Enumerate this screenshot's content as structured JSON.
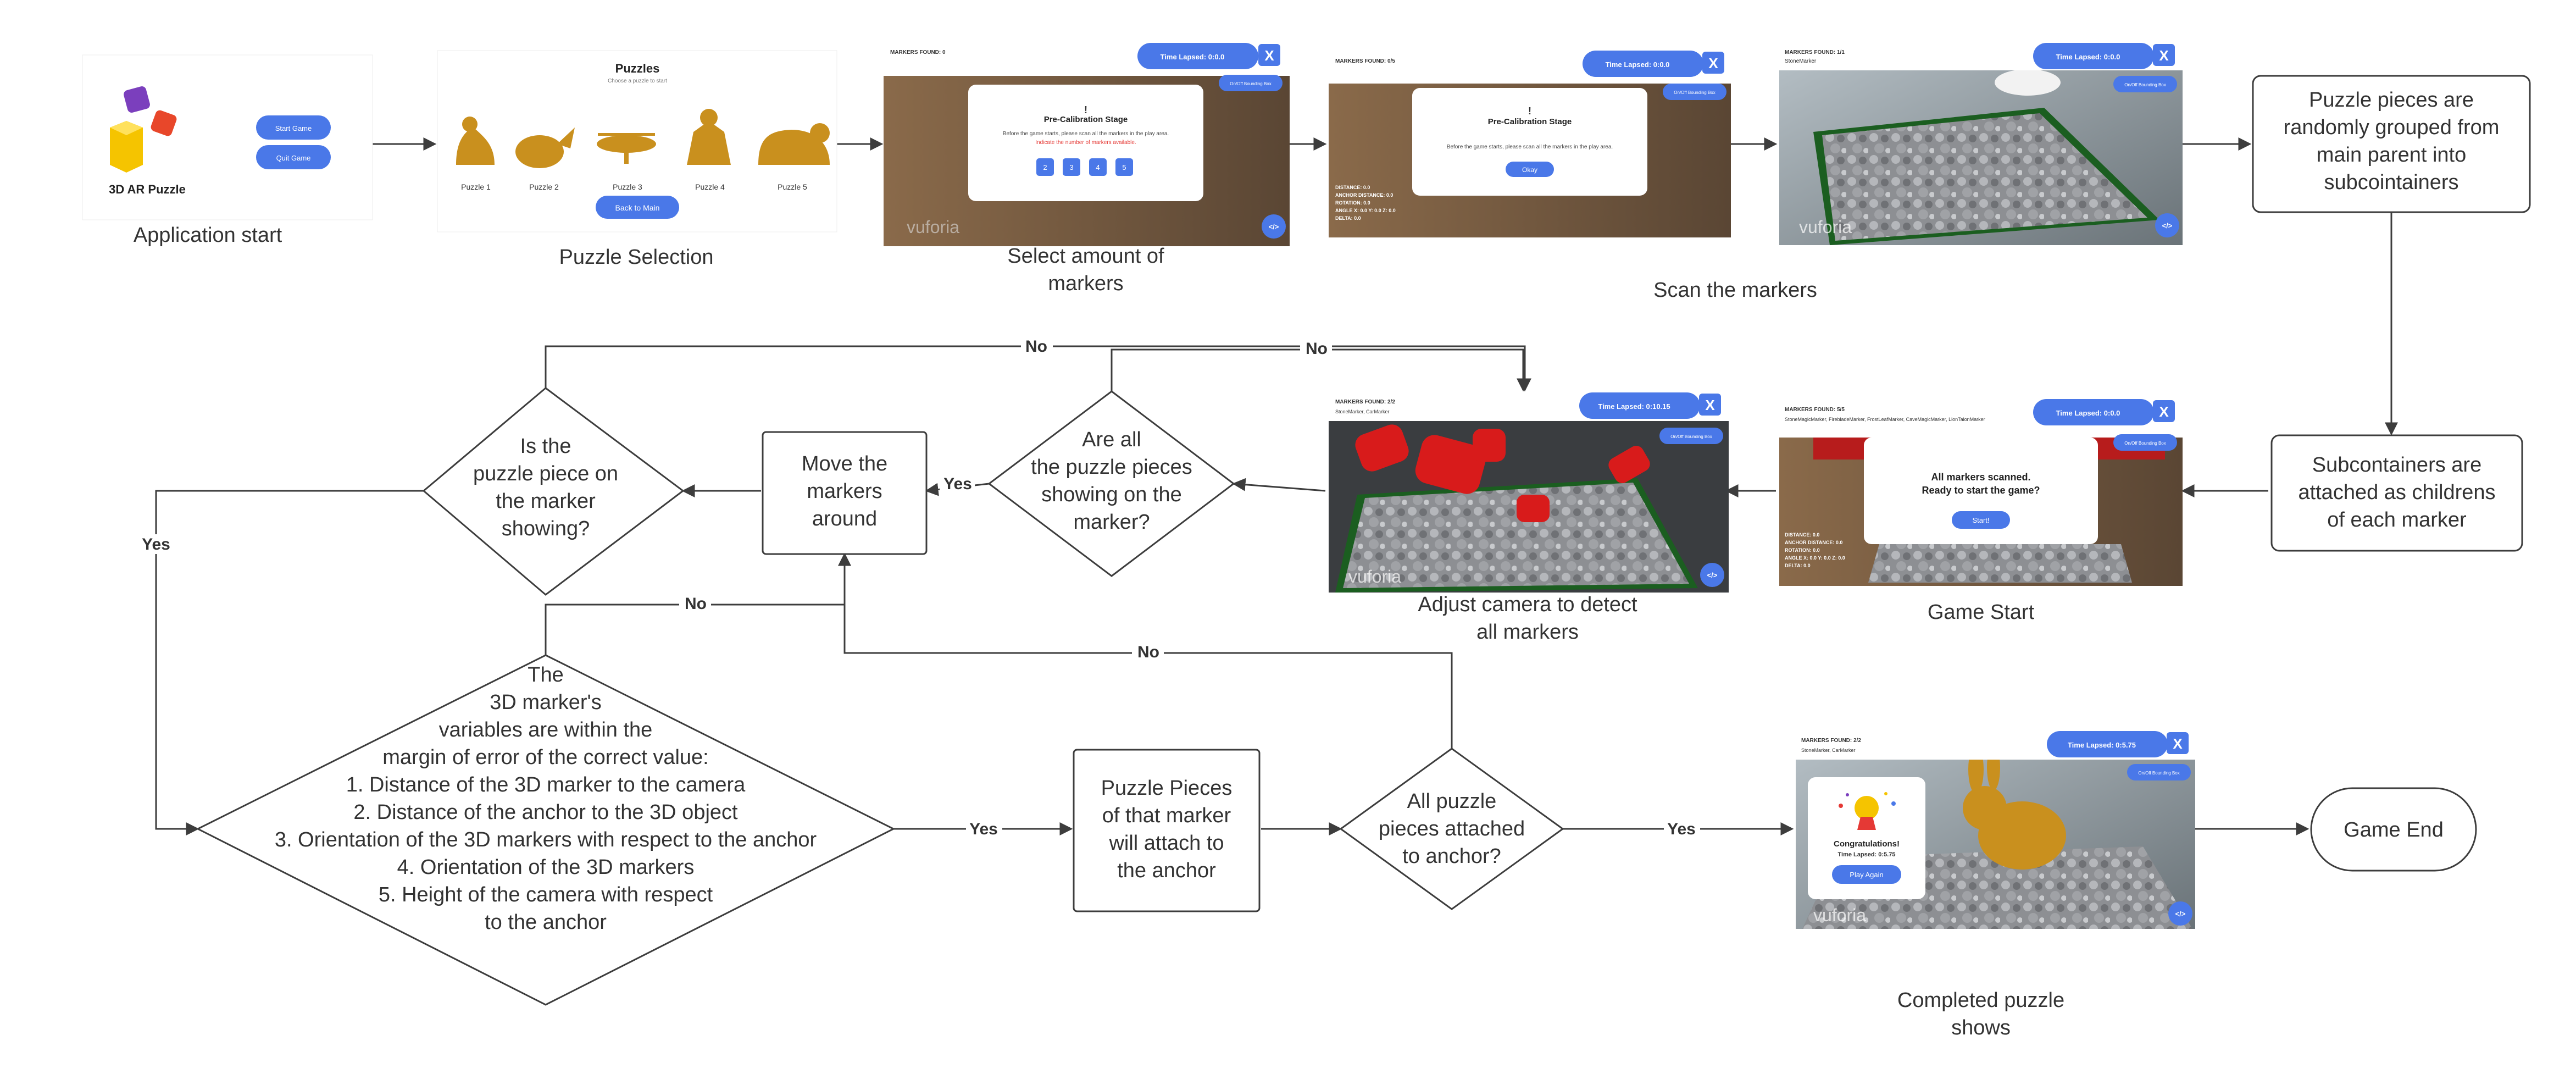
{
  "app_start": {
    "logo_text": "3D AR Puzzle",
    "buttons": [
      "Start Game",
      "Quit Game"
    ],
    "caption": "Application start"
  },
  "puzzle_selection": {
    "title": "Puzzles",
    "subtitle": "Choose a puzzle to start",
    "items": [
      "Puzzle 1",
      "Puzzle 2",
      "Puzzle 3",
      "Puzzle 4",
      "Puzzle 5"
    ],
    "back_button": "Back to Main",
    "caption": "Puzzle Selection"
  },
  "select_markers": {
    "markers_found": "MARKERS FOUND: 0",
    "time": "Time Lapsed: 0:0.0",
    "close": "X",
    "toggle": "On/Off Bounding Box",
    "exclaim": "!",
    "dialog_title": "Pre-Calibration Stage",
    "dialog_text": "Before the game starts, please scan all the markers in the play area.",
    "dialog_red": "Indicate the number of markers available.",
    "options": [
      "2",
      "3",
      "4",
      "5"
    ],
    "brand": "vuforia",
    "code": "</>",
    "caption_lines": [
      "Select amount of",
      "markers"
    ]
  },
  "scan_dialog": {
    "markers_found": "MARKERS FOUND: 0/5",
    "time": "Time Lapsed: 0:0.0",
    "close": "X",
    "toggle": "On/Off Bounding Box",
    "exclaim": "!",
    "dialog_title": "Pre-Calibration Stage",
    "dialog_text": "Before the game starts, please scan all the markers in the play area.",
    "ok_button": "Okay",
    "stats": [
      "DISTANCE: 0.0",
      "ANCHOR DISTANCE: 0.0",
      "ROTATION: 0.0",
      "ANGLE X: 0.0 Y: 0.0 Z: 0.0",
      "DELTA: 0.0"
    ]
  },
  "scan_view": {
    "markers_found": "MARKERS FOUND: 1/1",
    "marker_name": "StoneMarker",
    "time": "Time Lapsed: 0:0.0",
    "close": "X",
    "toggle": "On/Off Bounding Box",
    "brand": "vuforia",
    "code": "</>",
    "caption": "Scan the markers"
  },
  "group_box": {
    "lines": [
      "Puzzle pieces are",
      "randomly grouped from",
      "main parent into",
      "subcointainers"
    ]
  },
  "attach_box": {
    "lines": [
      "Subcontainers are",
      "attached as childrens",
      "of each marker"
    ]
  },
  "game_start": {
    "markers_found": "MARKERS FOUND: 5/5",
    "marker_names": "StoneMagicMarker, FirebladeMarker, FrostLeafMarker, CaveMagicMarker, LionTalonMarker",
    "time": "Time Lapsed: 0:0.0",
    "close": "X",
    "toggle": "On/Off Bounding Box",
    "dialog_line1": "All markers scanned.",
    "dialog_line2": "Ready to start the game?",
    "start_button": "Start!",
    "stats": [
      "DISTANCE: 0.0",
      "ANCHOR DISTANCE: 0.0",
      "ROTATION: 0.0",
      "ANGLE X: 0.0 Y: 0.0 Z: 0.0",
      "DELTA: 0.0"
    ],
    "caption": "Game Start"
  },
  "adjust_camera": {
    "markers_found": "MARKERS FOUND: 2/2",
    "marker_names": "StoneMarker, CarMarker",
    "time": "Time Lapsed: 0:10.15",
    "close": "X",
    "toggle": "On/Off Bounding Box",
    "brand": "vuforia",
    "code": "</>",
    "caption_lines": [
      "Adjust camera to detect",
      "all markers"
    ]
  },
  "completed": {
    "markers_found": "MARKERS FOUND: 2/2",
    "marker_names": "StoneMarker, CarMarker",
    "time": "Time Lapsed: 0:5.75",
    "close": "X",
    "toggle": "On/Off Bounding Box",
    "congrats": "Congratulations!",
    "time_line": "Time Lapsed: 0:5.75",
    "play_again": "Play Again",
    "brand": "vuforia",
    "code": "</>",
    "caption_lines": [
      "Completed puzzle",
      "shows"
    ]
  },
  "decision_all_showing": {
    "lines": [
      "Are all",
      "the puzzle pieces",
      "showing on the",
      "marker?"
    ]
  },
  "move_markers": {
    "lines": [
      "Move the",
      "markers",
      "around"
    ]
  },
  "decision_piece_showing": {
    "lines": [
      "Is the",
      "puzzle piece on",
      "the marker",
      "showing?"
    ]
  },
  "decision_variables": {
    "lines": [
      "The",
      "3D marker's",
      "variables are within the",
      "margin of error of the correct value:",
      "1. Distance of the 3D marker to the camera",
      "2. Distance of the anchor to the 3D object",
      "3. Orientation of the 3D markers with respect to the anchor",
      "4. Orientation of the 3D markers",
      "5. Height of the camera with respect",
      "to the anchor"
    ]
  },
  "attach_anchor": {
    "lines": [
      "Puzzle Pieces",
      "of that marker",
      "will attach to",
      "the anchor"
    ]
  },
  "decision_all_attached": {
    "lines": [
      "All puzzle",
      "pieces attached",
      "to anchor?"
    ]
  },
  "game_end": {
    "label": "Game End"
  },
  "edge_labels": {
    "yes": "Yes",
    "no": "No"
  },
  "colors": {
    "accent": "#4a78e8",
    "red": "#e53935",
    "gold": "#c9901e",
    "line": "#3d3d3d"
  }
}
